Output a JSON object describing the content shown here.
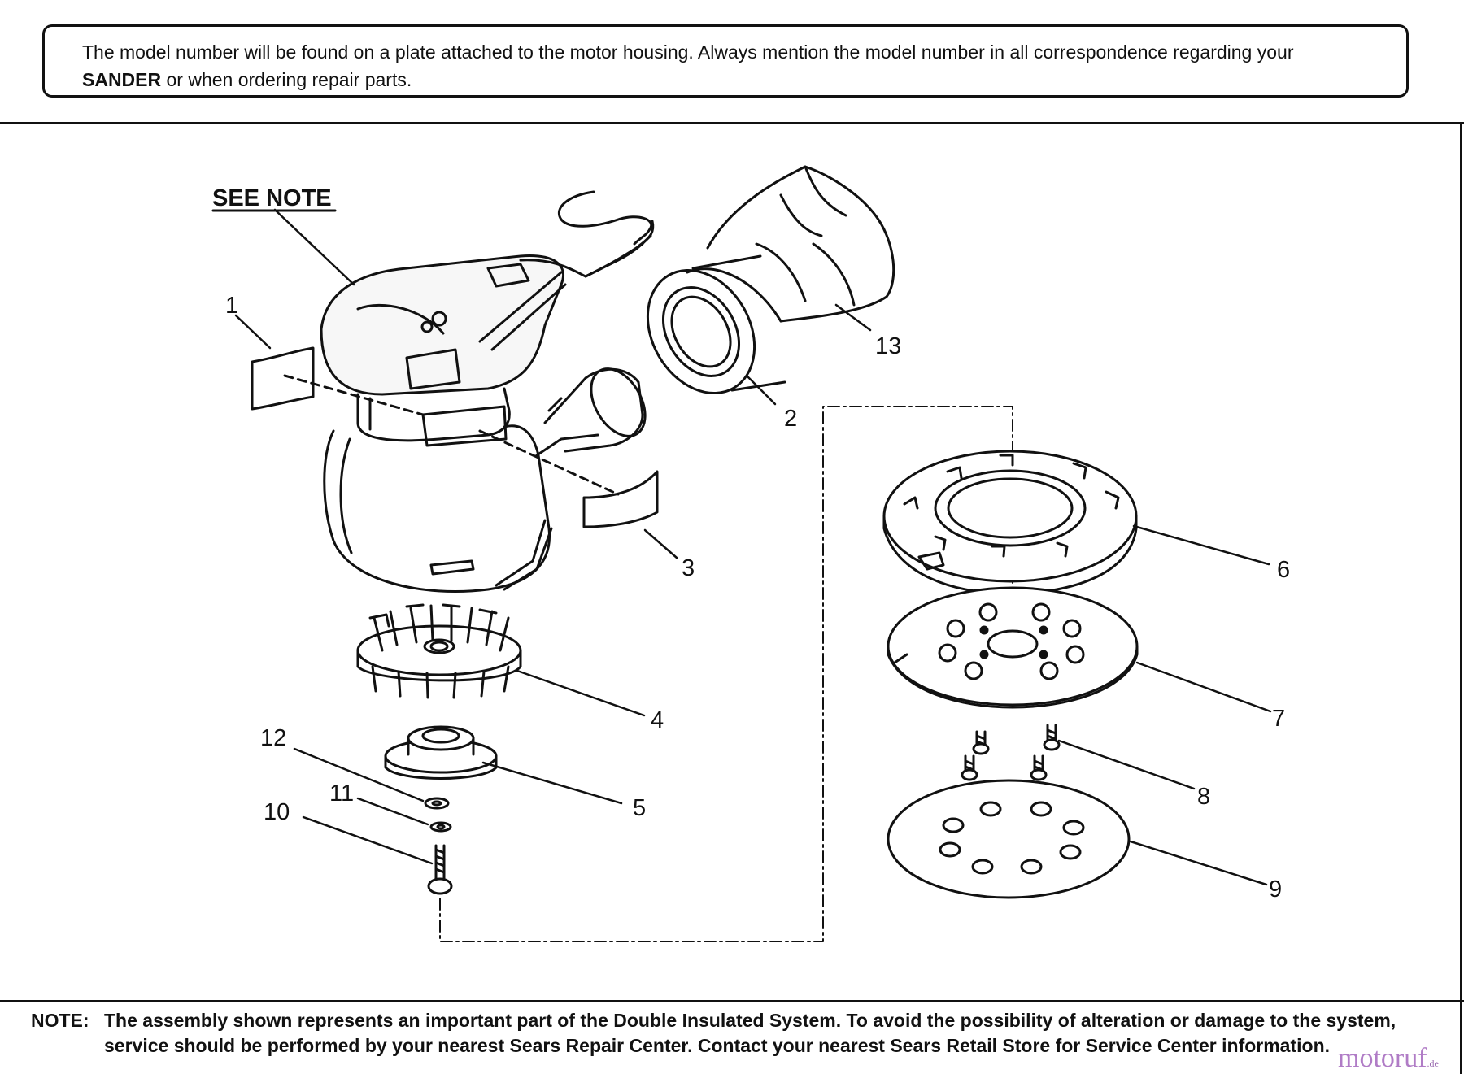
{
  "header_note": {
    "text_pre": "The model number will be found on a plate attached to the motor housing. Always mention the model number in all correspondence regarding your ",
    "text_bold": "SANDER",
    "text_post": " or when ordering repair parts."
  },
  "diagram": {
    "see_note_label": "SEE NOTE",
    "callouts": [
      "1",
      "2",
      "3",
      "4",
      "5",
      "6",
      "7",
      "8",
      "9",
      "10",
      "11",
      "12",
      "13"
    ]
  },
  "footer_note": {
    "label": "NOTE:",
    "text": "The assembly shown represents an important part of the Double Insulated System. To avoid the possibility of alteration or damage to the system, service should be performed by your nearest Sears Repair Center. Contact your nearest Sears Retail Store for Service Center information."
  },
  "watermark": {
    "text": "motoruf",
    "suffix": ".de"
  }
}
